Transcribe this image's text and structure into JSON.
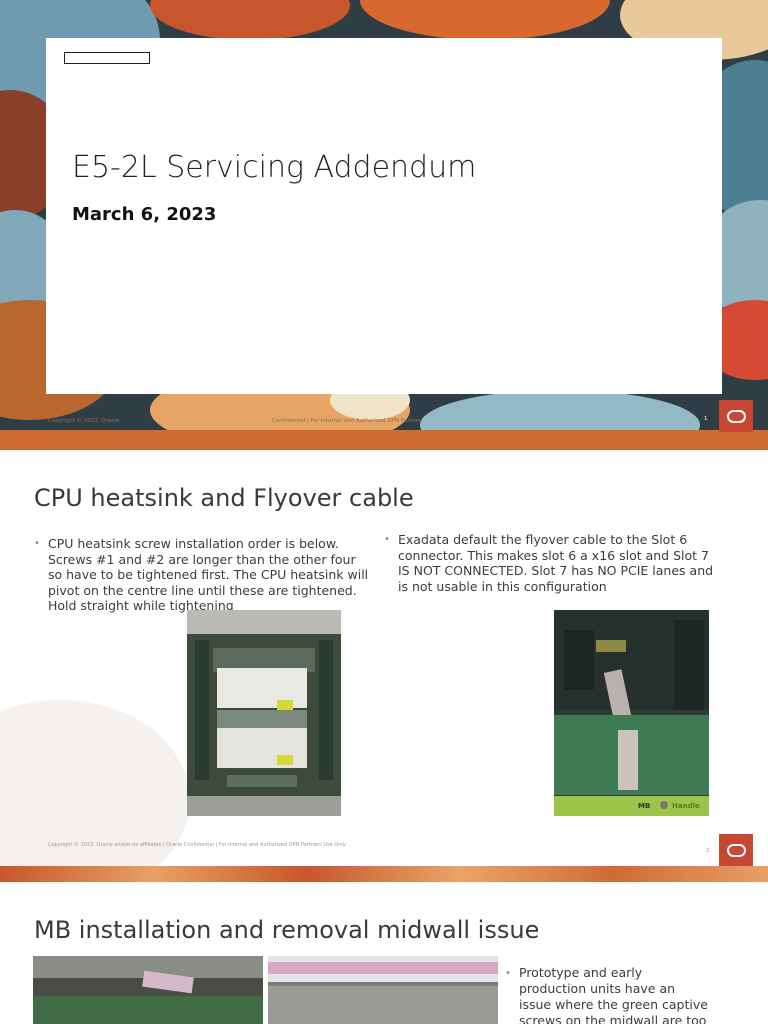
{
  "slide1": {
    "title": "E5-2L Servicing Addendum",
    "date": "March 6, 2023",
    "footer_left": "Copyright © 2023, Oracle",
    "footer_right": "Confidential | For Internal and Authorized OPN Partner",
    "page_number": "1"
  },
  "slide2": {
    "title": "CPU heatsink and Flyover cable",
    "bullet_left": "CPU heatsink screw installation order is below. Screws #1 and #2 are longer than the other four so have to be tightened first. The CPU heatsink will pivot on the centre line until these are tightened. Hold straight while tightening",
    "bullet_right": "Exadata default the flyover cable to the Slot 6 connector. This makes slot 6 a x16 slot and Slot 7 IS NOT CONNECTED. Slot 7 has NO PCIE lanes and is not usable in this configuration",
    "photo_right_labels": [
      "MB",
      "Handle"
    ],
    "footer": "Copyright © 2023, Oracle and/or its affiliates  |  Oracle Confidential | For Internal and Authorized OPN Partners Use Only",
    "page_number": "2"
  },
  "slide3": {
    "title": "MB installation and removal midwall issue",
    "bullet": "Prototype and early production units have an issue where the green captive screws on the midwall are too long. This will"
  }
}
